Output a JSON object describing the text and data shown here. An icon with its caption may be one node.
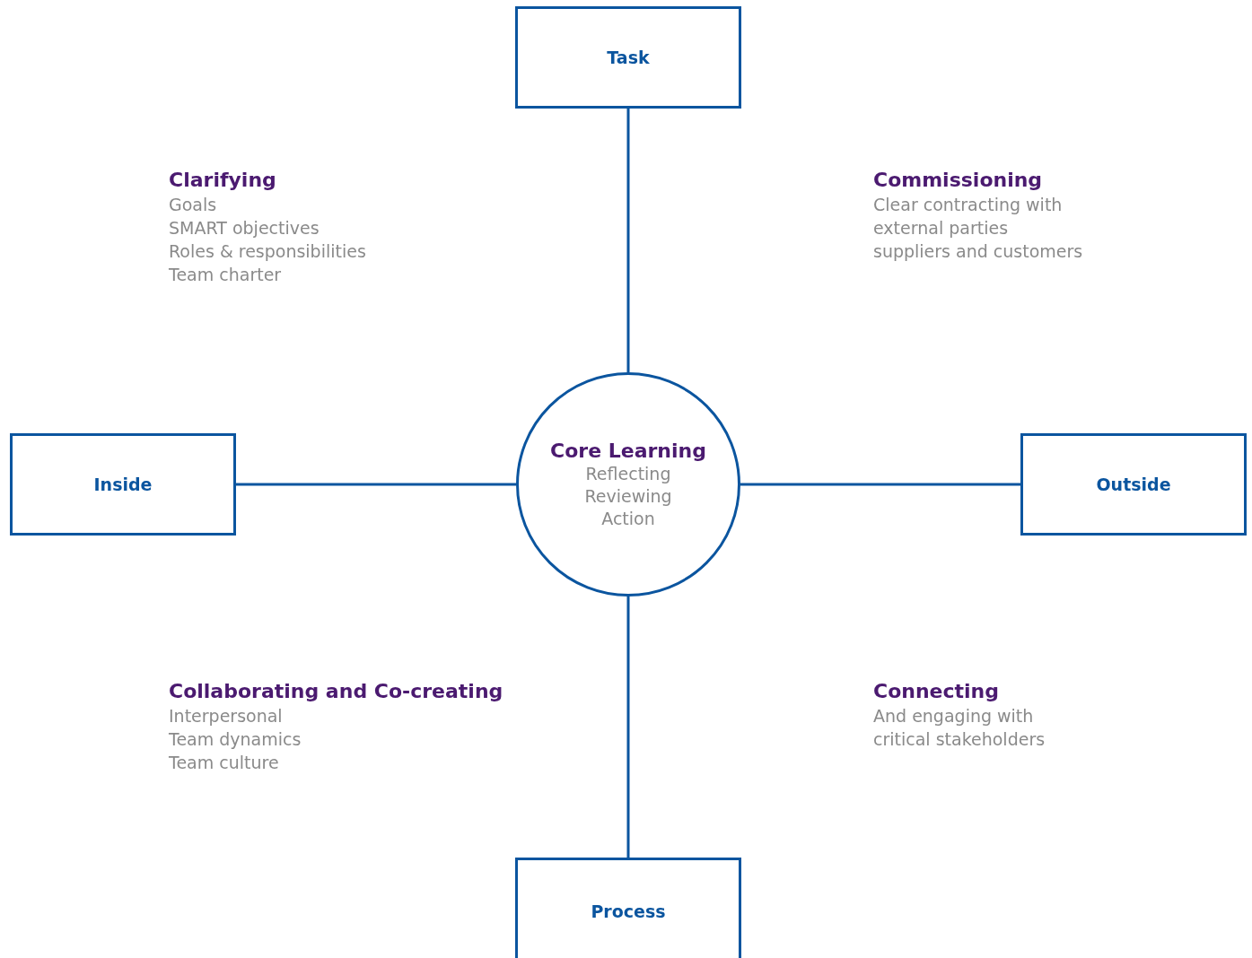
{
  "diagram": {
    "nodes": [
      {
        "text": [
          "Task"
        ]
      },
      {
        "text": [
          "Inside"
        ]
      },
      {
        "text": [
          "Core Learning",
          "Reflecting",
          "Reviewing",
          "Action"
        ]
      },
      {
        "text": [
          "Outside"
        ]
      },
      {
        "text": [
          "Process"
        ]
      }
    ],
    "edges": [
      {
        "from": 0,
        "to": 2,
        "arrow": "none"
      },
      {
        "from": 1,
        "to": 2,
        "arrow": "none"
      },
      {
        "from": 2,
        "to": 3,
        "arrow": "none"
      },
      {
        "from": 2,
        "to": 4,
        "arrow": "none"
      }
    ],
    "labels": [
      "Clarifying",
      "Goals",
      "SMART objectives",
      "Roles & responsibilities",
      "Team charter",
      "Commissioning",
      "Clear contracting with external parties",
      "suppliers and customers",
      "Collaborating and Co-creating",
      "Interpersonal",
      "Team dynamics",
      "Team culture",
      "Connecting",
      "And engaging with critical stakeholders"
    ]
  }
}
